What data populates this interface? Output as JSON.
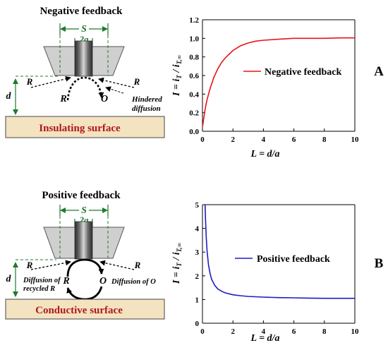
{
  "panels": [
    {
      "letter": "A",
      "diagram": {
        "title": "Negative feedback",
        "s_label": "S",
        "a_label": "2a",
        "d_label": "d",
        "r_left": "R",
        "r_right": "R",
        "r_mid": "R",
        "o_mid": "O",
        "note_line1": "Hindered",
        "note_line2": "diffusion",
        "surface": "Insulating surface"
      },
      "chart": {
        "ylabel_main": "I = i",
        "ylabel_sub1": "T",
        "ylabel_mid": " / i",
        "ylabel_sub2": "T,∞",
        "xlabel": "L = d/a",
        "legend": "Negative feedback",
        "xticks": [
          "0",
          "2",
          "4",
          "6",
          "8",
          "10"
        ],
        "yticks": [
          "0.0",
          "0.2",
          "0.4",
          "0.6",
          "0.8",
          "1.0",
          "1.2"
        ]
      }
    },
    {
      "letter": "B",
      "diagram": {
        "title": "Positive feedback",
        "s_label": "S",
        "a_label": "2a",
        "d_label": "d",
        "r_left": "R",
        "r_right": "R",
        "r_mid": "R",
        "o_mid": "O",
        "note_left1": "Diffusion of",
        "note_left2": "recycled R",
        "note_right": "Diffusion of O",
        "surface": "Conductive surface"
      },
      "chart": {
        "ylabel_main": "I = i",
        "ylabel_sub1": "T",
        "ylabel_mid": " / i",
        "ylabel_sub2": "T,∞",
        "xlabel": "L = d/a",
        "legend": "Positive feedback",
        "xticks": [
          "0",
          "2",
          "4",
          "6",
          "8",
          "10"
        ],
        "yticks": [
          "0",
          "1",
          "2",
          "3",
          "4",
          "5"
        ]
      }
    }
  ],
  "chart_data": [
    {
      "type": "line",
      "xlabel": "L = d/a",
      "ylabel": "I = iT / iT,∞",
      "xlim": [
        0,
        10
      ],
      "ylim": [
        0,
        1.2
      ],
      "series": [
        {
          "name": "Negative feedback",
          "color": "#e8141b",
          "x": [
            0.02,
            0.1,
            0.2,
            0.3,
            0.5,
            0.75,
            1,
            1.25,
            1.5,
            2,
            2.5,
            3,
            3.5,
            4,
            5,
            6,
            7,
            8,
            9,
            10
          ],
          "y": [
            0.06,
            0.16,
            0.26,
            0.34,
            0.46,
            0.58,
            0.67,
            0.74,
            0.79,
            0.87,
            0.92,
            0.95,
            0.97,
            0.98,
            0.99,
            1.0,
            1.0,
            1.0,
            1.005,
            1.005
          ]
        }
      ]
    },
    {
      "type": "line",
      "xlabel": "L = d/a",
      "ylabel": "I = iT / iT,∞",
      "xlim": [
        0,
        10
      ],
      "ylim": [
        0,
        5
      ],
      "series": [
        {
          "name": "Positive feedback",
          "color": "#1c1cc4",
          "x": [
            0.17,
            0.2,
            0.25,
            0.3,
            0.4,
            0.5,
            0.6,
            0.8,
            1,
            1.25,
            1.5,
            2,
            2.5,
            3,
            4,
            5,
            6,
            7,
            8,
            9,
            10
          ],
          "y": [
            5.0,
            4.4,
            3.6,
            3.05,
            2.45,
            2.1,
            1.85,
            1.6,
            1.45,
            1.35,
            1.28,
            1.2,
            1.16,
            1.13,
            1.1,
            1.08,
            1.07,
            1.06,
            1.05,
            1.05,
            1.05
          ]
        }
      ]
    }
  ]
}
